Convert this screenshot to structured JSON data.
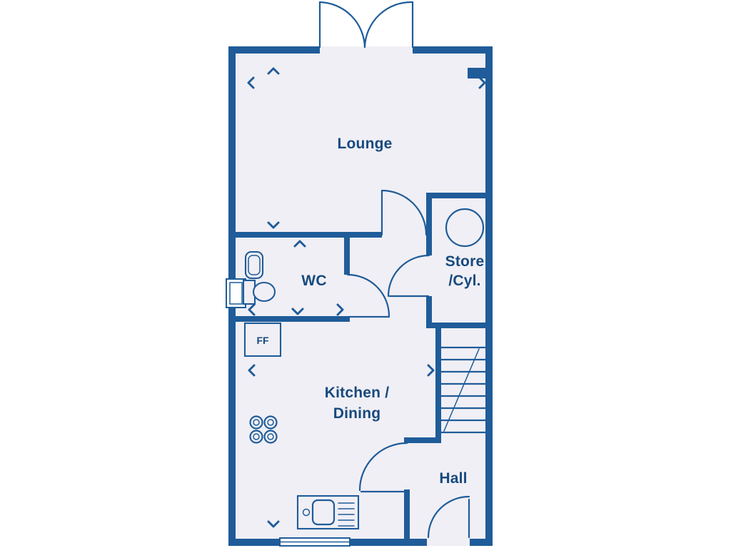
{
  "plan": {
    "colors": {
      "wall": "#1f5c99",
      "text": "#17497d",
      "floor": "#f0eff5",
      "background": "#ffffff"
    },
    "labels": {
      "lounge": "Lounge",
      "wc": "WC",
      "store_line1": "Store",
      "store_line2": "/Cyl.",
      "kitchen_line1": "Kitchen /",
      "kitchen_line2": "Dining",
      "hall": "Hall",
      "ff": "FF"
    }
  }
}
